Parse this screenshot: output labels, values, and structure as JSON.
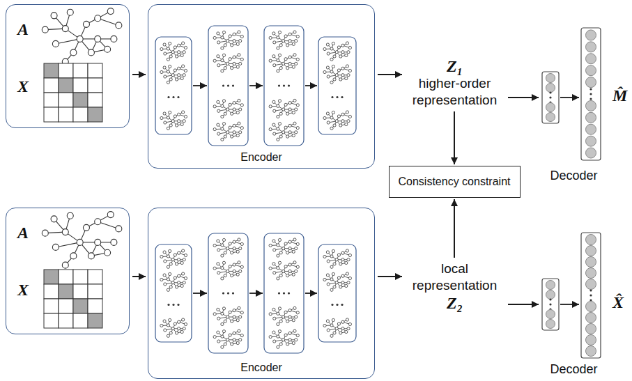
{
  "diagram": {
    "nodes": [
      {
        "text": [
          "A",
          "X"
        ]
      },
      {
        "text": [
          "Encoder"
        ]
      },
      {
        "text": [
          "Z₁",
          "higher-order representation"
        ]
      },
      {
        "text": [
          "Decoder"
        ]
      },
      {
        "text": [
          "Consistency constraint"
        ]
      },
      {
        "text": [
          "A",
          "X"
        ]
      },
      {
        "text": [
          "Encoder"
        ]
      },
      {
        "text": [
          "local representation",
          "Z₂"
        ]
      },
      {
        "text": [
          "Decoder"
        ]
      }
    ],
    "edges": [
      {
        "from": 0,
        "to": 1,
        "arrow": "to"
      },
      {
        "from": 1,
        "to": 2,
        "arrow": "to"
      },
      {
        "from": 2,
        "to": 3,
        "arrow": "to"
      },
      {
        "from": 2,
        "to": 4,
        "arrow": "to"
      },
      {
        "from": 5,
        "to": 6,
        "arrow": "to"
      },
      {
        "from": 6,
        "to": 7,
        "arrow": "to"
      },
      {
        "from": 7,
        "to": 8,
        "arrow": "to"
      },
      {
        "from": 7,
        "to": 4,
        "arrow": "to"
      }
    ],
    "labels": [
      "M̂",
      "X̂"
    ]
  }
}
